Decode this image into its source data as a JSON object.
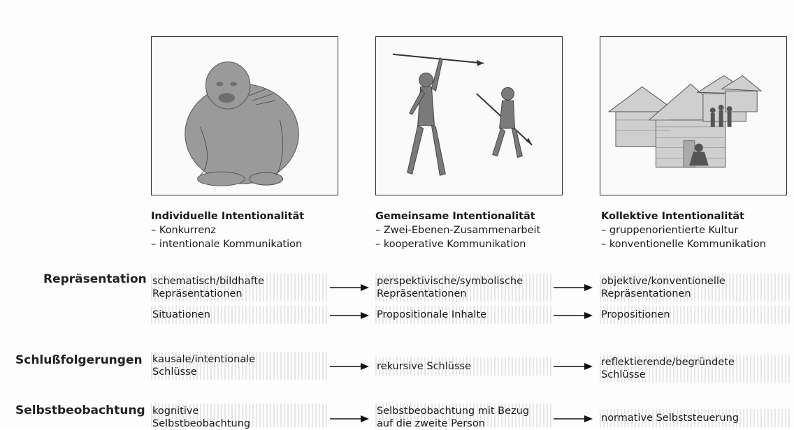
{
  "columns": [
    {
      "title": "Individuelle Intentionalität",
      "items": [
        "– Konkurrenz",
        "– intentionale Kommunikation"
      ]
    },
    {
      "title": "Gemeinsame Intentionalität",
      "items": [
        "– Zwei-Ebenen-Zusammenarbeit",
        "– kooperative Kommunikation"
      ]
    },
    {
      "title": "Kollektive Intentionalität",
      "items": [
        "– gruppenorientierte Kultur",
        "– konventionelle Kommunikation"
      ]
    }
  ],
  "rows": [
    {
      "label": "Repräsentation",
      "cells": [
        [
          "schematisch/bildhafte",
          "Repräsentationen"
        ],
        [
          "perspektivische/symbolische",
          "Repräsentationen"
        ],
        [
          "objektive/konventionelle",
          "Repräsentationen"
        ]
      ],
      "cells2": [
        "Situationen",
        "Propositionale Inhalte",
        "Propositionen"
      ]
    },
    {
      "label": "Schlußfolgerungen",
      "cells": [
        [
          "kausale/intentionale",
          "Schlüsse"
        ],
        [
          "rekursive Schlüsse"
        ],
        [
          "reflektierende/begründete",
          "Schlüsse"
        ]
      ]
    },
    {
      "label": "Selbstbeobachtung",
      "cells": [
        [
          "kognitive",
          "Selbstbeobachtung"
        ],
        [
          "Selbstbeobachtung mit Bezug",
          "auf die zweite Person"
        ],
        [
          "normative Selbststeuerung"
        ]
      ]
    }
  ],
  "illustrations": [
    "chimpanzee-illustration",
    "spear-hunters-illustration",
    "village-huts-illustration"
  ]
}
